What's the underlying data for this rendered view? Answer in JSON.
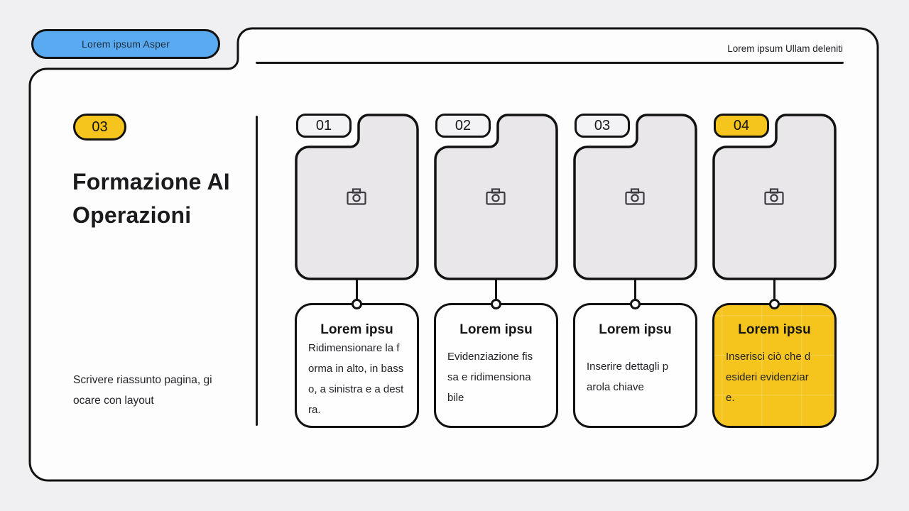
{
  "slide": {
    "tab_label": "Lorem ipsum Asper",
    "header_note": "Lorem ipsum Ullam deleniti"
  },
  "sidebar": {
    "badge": "03",
    "title": "Formazione AI\nOperazioni",
    "summary": "Scrivere riassunto pagina, gi\nocare con layout"
  },
  "steps": [
    {
      "number": "01",
      "heading": "Lorem ipsu",
      "body": "Ridimensionare la f\norma in alto, in bass\no, a sinistra e a dest\nra.",
      "highlighted": false,
      "image_icon": "camera-icon"
    },
    {
      "number": "02",
      "heading": "Lorem ipsu",
      "body": "Evidenziazione fis\nsa e ridimensiona\nbile",
      "highlighted": false,
      "image_icon": "camera-icon"
    },
    {
      "number": "03",
      "heading": "Lorem ipsu",
      "body": "Inserire dettagli p\narola chiave",
      "highlighted": false,
      "image_icon": "camera-icon"
    },
    {
      "number": "04",
      "heading": "Lorem ipsu",
      "body": "Inserisci ciò che d\nesideri evidenziar\ne.",
      "highlighted": true,
      "image_icon": "camera-icon"
    }
  ],
  "colors": {
    "accent_yellow": "#F5C51D",
    "accent_blue": "#59AAF1",
    "card_gray": "#E9E7EA",
    "outline_black": "#121212",
    "page_background": "#F0EFF2",
    "card_white": "#FEFEFE"
  }
}
